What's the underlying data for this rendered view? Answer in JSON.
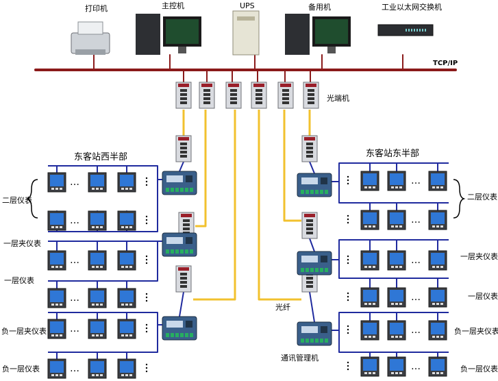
{
  "top_devices": {
    "printer": "打印机",
    "main_pc": "主控机",
    "ups": "UPS",
    "backup_pc": "备用机",
    "switch": "工业以太网交换机"
  },
  "network": {
    "bus_label": "TCP/IP",
    "optical_terminal": "光端机",
    "fiber": "光纤",
    "comm_manager": "通讯管理机"
  },
  "sections": {
    "west": "东客站西半部",
    "east": "东客站东半部"
  },
  "west_rows": [
    "二层仪表",
    "一层夹仪表",
    "一层仪表",
    "负一层夹仪表",
    "负一层仪表"
  ],
  "east_rows": [
    "二层仪表",
    "一层夹仪表",
    "一层仪表",
    "负一层夹仪表",
    "负一层仪表"
  ],
  "ellipsis": "…",
  "colors": {
    "bus": "#8b1a1a",
    "rs485": "#1f2a9e",
    "fiber": "#f2c12e",
    "meter_screen": "#2f77d6"
  }
}
